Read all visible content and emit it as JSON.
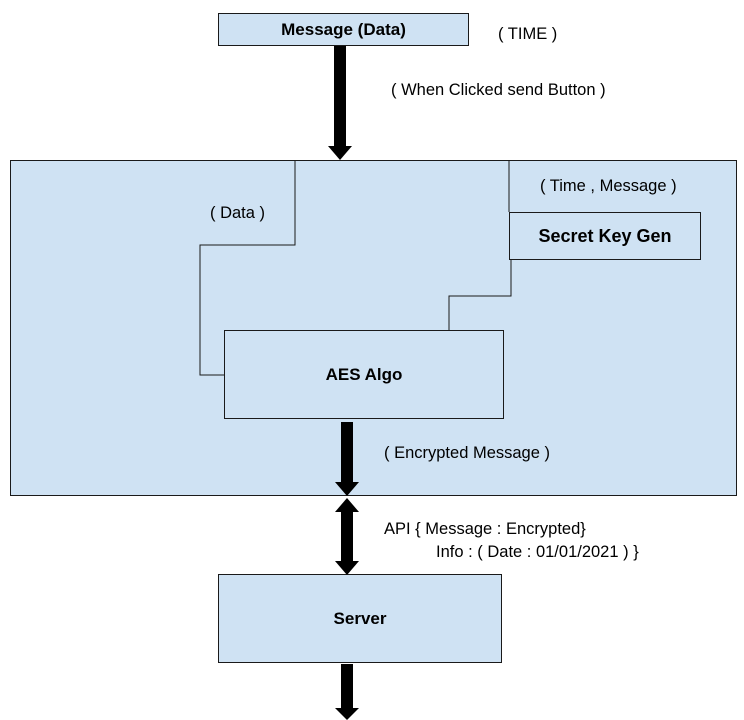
{
  "nodes": {
    "message": "Message (Data)",
    "secret_key_gen": "Secret Key Gen",
    "aes_algo": "AES Algo",
    "server": "Server"
  },
  "labels": {
    "time": "( TIME )",
    "when_clicked": "( When Clicked send Button )",
    "time_message": "( Time , Message )",
    "data": "( Data )",
    "encrypted_message": "( Encrypted Message )",
    "api_line1": "API  { Message : Encrypted}",
    "api_line2": "Info : ( Date : 01/01/2021 ) }"
  },
  "colors": {
    "box_fill": "#cfe2f3",
    "border": "#1a1a1a",
    "arrow": "#000000"
  }
}
